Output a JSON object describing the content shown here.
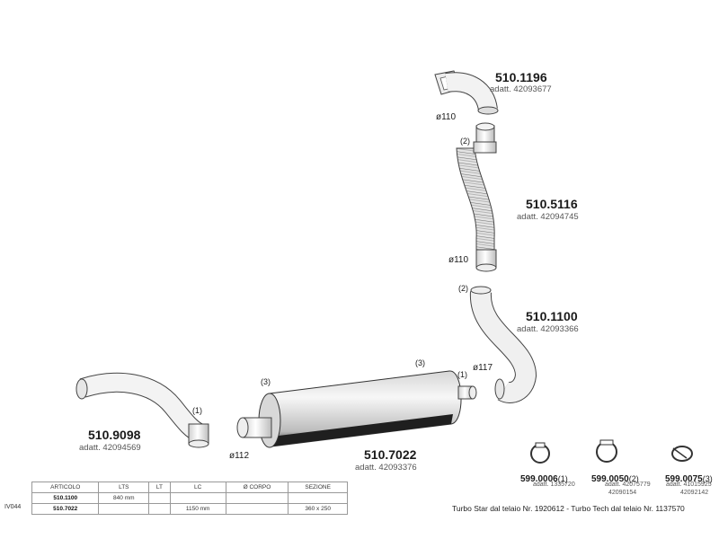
{
  "parts": [
    {
      "number": "510.1196",
      "adapt": "adatt. 42093677"
    },
    {
      "number": "510.5116",
      "adapt": "adatt. 42094745"
    },
    {
      "number": "510.1100",
      "adapt": "adatt. 42093366"
    },
    {
      "number": "510.9098",
      "adapt": "adatt. 42094569"
    },
    {
      "number": "510.7022",
      "adapt": "adatt. 42093376"
    }
  ],
  "diameters": [
    "ø110",
    "ø110",
    "ø117",
    "ø112"
  ],
  "counts": [
    "(2)",
    "(2)",
    "(1)",
    "(3)",
    "(3)",
    "(1)"
  ],
  "clamps": [
    {
      "number": "599.0006",
      "count": "(1)",
      "adapt": "adatt. 1335720",
      "adapt2": ""
    },
    {
      "number": "599.0050",
      "count": "(2)",
      "adapt": "adatt. 42075779",
      "adapt2": "42090154"
    },
    {
      "number": "599.0075",
      "count": "(3)",
      "adapt": "adatt. 41015925",
      "adapt2": "42092142"
    }
  ],
  "table": {
    "headers": [
      "ARTICOLO",
      "LTS",
      "LT",
      "LC",
      "Ø CORPO",
      "SEZIONE"
    ],
    "rows": [
      [
        "510.1100",
        "840 mm",
        "",
        "",
        "",
        ""
      ],
      [
        "510.7022",
        "",
        "",
        "1150 mm",
        "",
        "360 x 250"
      ]
    ]
  },
  "drawing_code": "IV044",
  "footer": "Turbo Star dal telaio Nr. 1920612  -  Turbo Tech dal telaio Nr. 1137570"
}
